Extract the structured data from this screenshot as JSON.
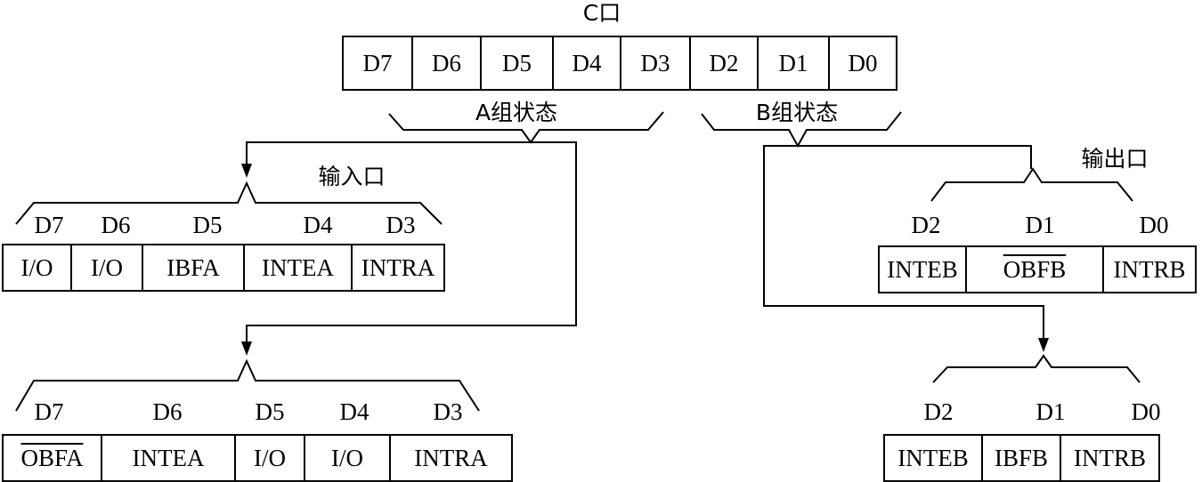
{
  "c_port": {
    "title": "C口",
    "bits": [
      "D7",
      "D6",
      "D5",
      "D4",
      "D3",
      "D2",
      "D1",
      "D0"
    ]
  },
  "group_a": {
    "label": "A组状态"
  },
  "group_b": {
    "label": "B组状态"
  },
  "a_input": {
    "label": "输入口",
    "bit_labels": [
      "D7",
      "D6",
      "D5",
      "D4",
      "D3"
    ],
    "cells": [
      "I/O",
      "I/O",
      "IBFA",
      "INTEA",
      "INTRA"
    ]
  },
  "a_output": {
    "bit_labels": [
      "D7",
      "D6",
      "D5",
      "D4",
      "D3"
    ],
    "cells": [
      "OBFA",
      "INTEA",
      "I/O",
      "I/O",
      "INTRA"
    ]
  },
  "b_output": {
    "label": "输出口",
    "bit_labels": [
      "D2",
      "D1",
      "D0"
    ],
    "cells": [
      "INTEB",
      "OBFB",
      "INTRB"
    ]
  },
  "b_input": {
    "bit_labels": [
      "D2",
      "D1",
      "D0"
    ],
    "cells": [
      "INTEB",
      "IBFB",
      "INTRB"
    ]
  }
}
